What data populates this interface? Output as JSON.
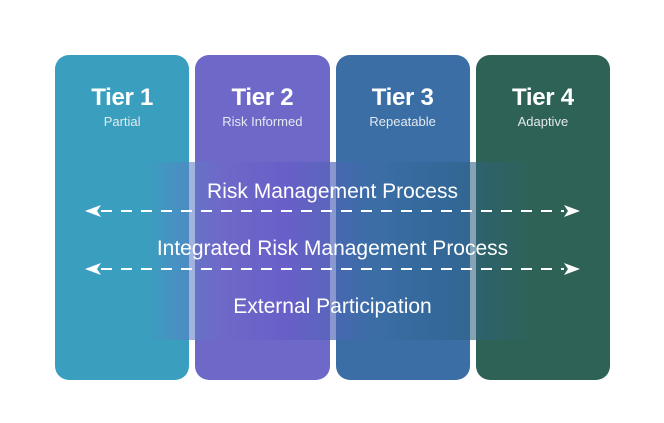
{
  "diagram": {
    "tiers": [
      {
        "title": "Tier 1",
        "subtitle": "Partial",
        "color": "#3a9fbf"
      },
      {
        "title": "Tier 2",
        "subtitle": "Risk Informed",
        "color": "#6e69c8"
      },
      {
        "title": "Tier 3",
        "subtitle": "Repeatable",
        "color": "#3a6ea5"
      },
      {
        "title": "Tier 4",
        "subtitle": "Adaptive",
        "color": "#2e6257"
      }
    ],
    "bands": [
      {
        "label": "Risk Management Process"
      },
      {
        "label": "Integrated Risk Management Process"
      },
      {
        "label": "External Participation"
      }
    ],
    "arrows": [
      {
        "name": "risk-management-process-arrow",
        "style": "dashed-double-headed"
      },
      {
        "name": "integrated-risk-management-process-arrow",
        "style": "dashed-double-headed"
      }
    ],
    "colors": {
      "tier1": "#3a9fbf",
      "tier2": "#6e69c8",
      "tier3": "#3a6ea5",
      "tier4": "#2e6257",
      "text": "#ffffff",
      "subtitle_text": "#e3e9ef",
      "background": "#ffffff"
    }
  }
}
